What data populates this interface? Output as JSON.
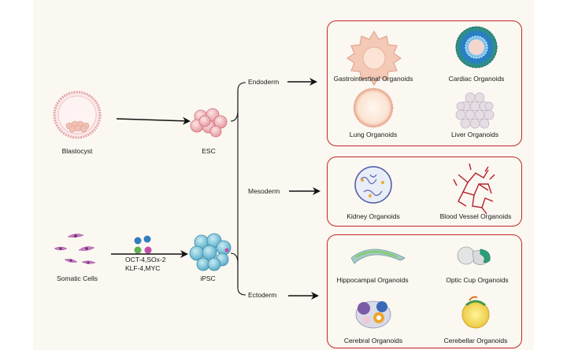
{
  "stem_cells": {
    "blastocyst": "Blastocyst",
    "esc": "ESC",
    "somatic": "Somatic Cells",
    "ipsc": "iPSC",
    "factors_line1": "OCT-4,SOx-2",
    "factors_line2": "KLF-4,MYC"
  },
  "germ_layers": {
    "endoderm": "Endoderm",
    "mesoderm": "Mesoderm",
    "ectoderm": "Ectoderm"
  },
  "organoids": {
    "gastrointestinal": "Gastrointestinal Organoids",
    "cardiac": "Cardiac Organoids",
    "lung": "Lung Organoids",
    "liver": "Liver Organoids",
    "kidney": "Kidney Organoids",
    "blood_vessel": "Blood Vessel Organoids",
    "hippocampal": "Hippocampal Organoids",
    "optic_cup": "Optic Cup Organoids",
    "cerebral": "Cerebral Organoids",
    "cerebellar": "Cerebellar Organoids"
  },
  "colors": {
    "box_border": "#c0262b",
    "background": "#fbf7f1",
    "esc": "#f0b5b8",
    "ipsc": "#7cc3d9"
  }
}
